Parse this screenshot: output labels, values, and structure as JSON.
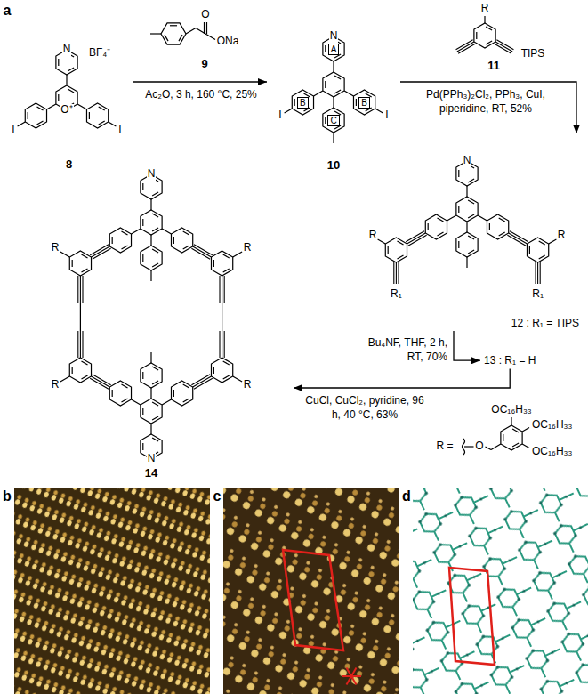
{
  "diagram": {
    "nodes": [
      {
        "text": [
          "8"
        ]
      },
      {
        "text": [
          "9"
        ]
      },
      {
        "text": [
          "10"
        ]
      },
      {
        "text": [
          "11"
        ]
      },
      {
        "text": [
          "12 : R₁ = TIPS"
        ]
      },
      {
        "text": [
          "13 : R₁ = H"
        ]
      },
      {
        "text": [
          "14"
        ]
      }
    ],
    "edges": [
      {
        "from": 0,
        "to": 2,
        "arrow": "to",
        "label": "Ac₂O, 3 h, 160 °C, 25%"
      },
      {
        "from": 2,
        "to": 4,
        "arrow": "to",
        "label": "Pd(PPh₃)₂Cl₂, PPh₃, CuI, piperidine, RT, 52%"
      },
      {
        "from": 4,
        "to": 5,
        "arrow": "to",
        "label": "Bu₄NF, THF, 2 h, RT, 70%"
      },
      {
        "from": 5,
        "to": 6,
        "arrow": "to",
        "label": "CuCl, CuCl₂, pyridine, 96 h, 40 °C, 63%"
      }
    ],
    "labels": [
      "a",
      "N",
      "BF₄⁻",
      "O⁺",
      "I",
      "I",
      "O",
      "ONa",
      "N",
      "A",
      "B",
      "B",
      "C",
      "I",
      "I",
      "R",
      "TIPS",
      "N",
      "R",
      "R",
      "R₁",
      "R₁",
      "N",
      "R",
      "R",
      "R",
      "R",
      "R =",
      "O",
      "OC₁₆H₃₃",
      "OC₁₆H₃₃",
      "OC₁₆H₃₃",
      "N",
      "b",
      "c",
      "d"
    ]
  }
}
